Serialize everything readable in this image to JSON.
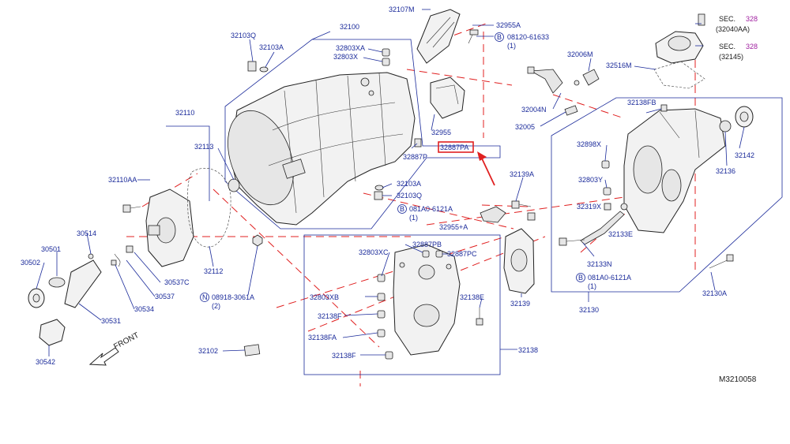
{
  "diagram_id": "M3210058",
  "front_label": "FRONT",
  "highlight_color": "#e02020",
  "label_color": "#1a2a9a",
  "labels": {
    "p32107M": "32107M",
    "p32955A": "32955A",
    "b08120": "08120-61633",
    "b08120_qty": "(1)",
    "p32100": "32100",
    "p32103Q_top": "32103Q",
    "p32103A_top": "32103A",
    "p32803XA": "32803XA",
    "p32803X": "32803X",
    "p32006M": "32006M",
    "p32516M": "32516M",
    "sec_top": "SEC.",
    "sec_top_num": "328",
    "sec_top_ref": "(32040AA)",
    "sec_mid": "SEC.",
    "sec_mid_num": "328",
    "sec_mid_ref": "(32145)",
    "p32004N": "32004N",
    "p32005": "32005",
    "p32138FB": "32138FB",
    "p32110": "32110",
    "p32113": "32113",
    "p32955": "32955",
    "p32887PA": "32887PA",
    "p32887P": "32887P",
    "p32898X": "32898X",
    "p32142": "32142",
    "p32136": "32136",
    "p32110AA": "32110AA",
    "p32103A_mid": "32103A",
    "p32103Q_mid": "32103Q",
    "b081A0_top": "081A0-6121A",
    "b081A0_top_qty": "(1)",
    "p32139A": "32139A",
    "p32803Y": "32803Y",
    "p32955A_plus": "32955+A",
    "p32319X": "32319X",
    "p32133E": "32133E",
    "p30514": "30514",
    "p30501": "30501",
    "p30502": "30502",
    "p32112": "32112",
    "p32887PB": "32887PB",
    "p32803XC": "32803XC",
    "p32887PC": "32887PC",
    "p32133N": "32133N",
    "b081A0_bot": "081A0-6121A",
    "b081A0_bot_qty": "(1)",
    "p30537C": "30537C",
    "p30537": "30537",
    "p30534": "30534",
    "n08918": "08918-3061A",
    "n08918_qty": "(2)",
    "p32803XB": "32803XB",
    "p32138E": "32138E",
    "p32139": "32139",
    "p32130": "32130",
    "p32130A": "32130A",
    "p30531": "30531",
    "p32138F_a": "32138F",
    "p32138FA": "32138FA",
    "p32102": "32102",
    "p32138F_b": "32138F",
    "p32138": "32138",
    "p30542": "30542"
  }
}
